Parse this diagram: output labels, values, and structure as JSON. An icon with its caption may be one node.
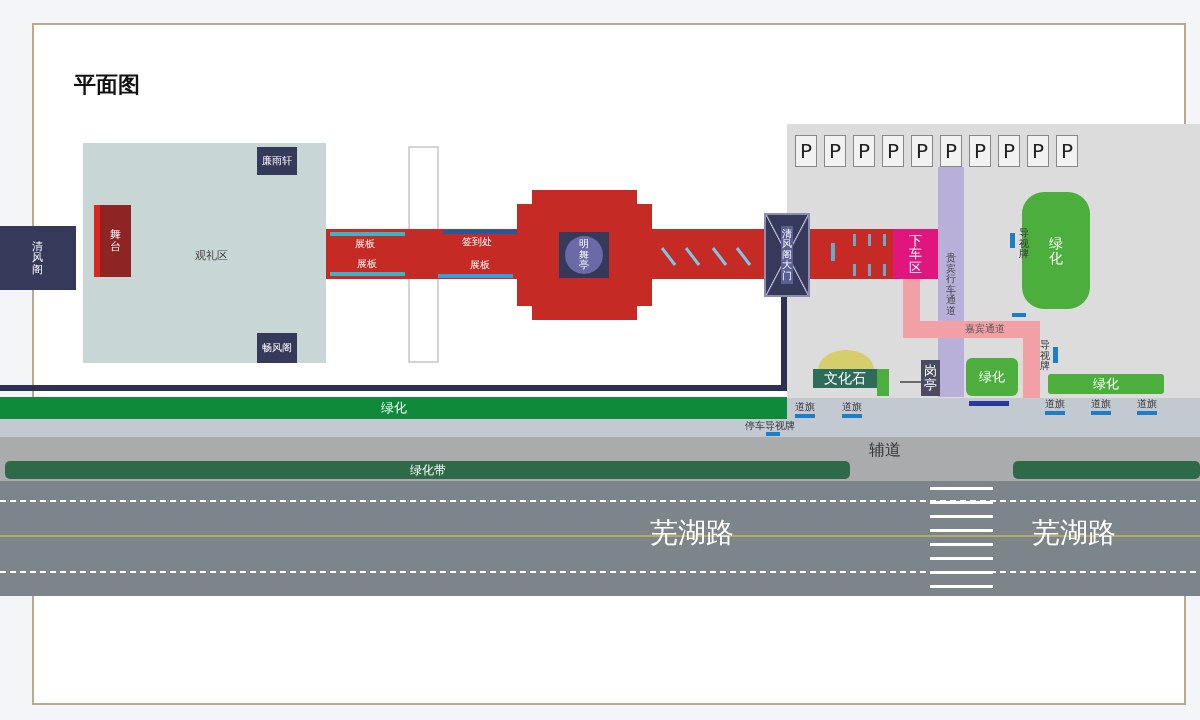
{
  "diagram": {
    "title": "平面图",
    "nodes": [
      {
        "text": [
          "清风阁"
        ]
      },
      {
        "text": [
          "观礼区"
        ]
      },
      {
        "text": [
          "廉雨轩"
        ],
        "in": 1
      },
      {
        "text": [
          "舞台"
        ],
        "in": 1
      },
      {
        "text": [
          "畅风阁"
        ],
        "in": 1
      },
      {
        "text": [
          "明舞亭"
        ]
      },
      {
        "text": [
          "清风阁大门"
        ]
      },
      {
        "text": [
          "P"
        ]
      },
      {
        "text": [
          "P"
        ]
      },
      {
        "text": [
          "P"
        ]
      },
      {
        "text": [
          "P"
        ]
      },
      {
        "text": [
          "P"
        ]
      },
      {
        "text": [
          "P"
        ]
      },
      {
        "text": [
          "P"
        ]
      },
      {
        "text": [
          "P"
        ]
      },
      {
        "text": [
          "P"
        ]
      },
      {
        "text": [
          "P"
        ]
      },
      {
        "text": [
          "贵宾行车通道"
        ]
      },
      {
        "text": [
          "下车区"
        ]
      },
      {
        "text": [
          "绿化"
        ]
      },
      {
        "text": [
          "嘉宾通道"
        ]
      },
      {
        "text": [
          "文化石"
        ]
      },
      {
        "text": [
          "岗亭"
        ]
      },
      {
        "text": [
          "绿化"
        ]
      },
      {
        "text": [
          "绿化"
        ]
      },
      {
        "text": [
          "绿化"
        ]
      },
      {
        "text": [
          "绿化带"
        ]
      },
      {
        "text": [],
        "shape": "bar"
      }
    ],
    "labels": [
      "展板",
      "签到处",
      "展板",
      "展板",
      "导视牌",
      "导视牌",
      "道旗",
      "道旗",
      "道旗",
      "道旗",
      "道旗",
      "停车导视牌",
      "辅道",
      "芜湖路",
      "芜湖路"
    ]
  }
}
